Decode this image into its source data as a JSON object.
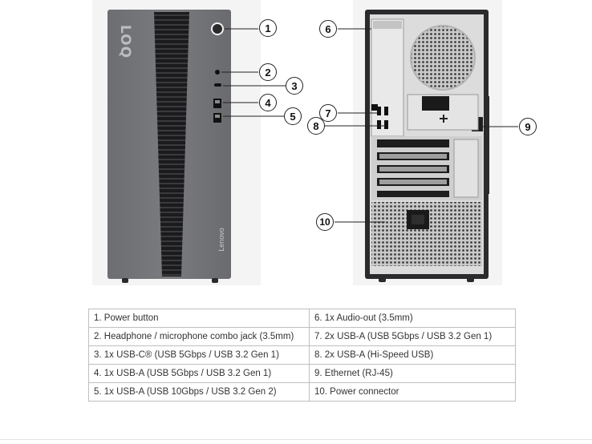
{
  "images": {
    "front_logo": "LOQ",
    "front_brand": "Lenovo"
  },
  "callouts": [
    "1",
    "2",
    "3",
    "4",
    "5",
    "6",
    "7",
    "8",
    "9",
    "10"
  ],
  "specs": {
    "left": [
      "1.   Power button",
      "2.   Headphone / microphone combo jack (3.5mm)",
      "3.   1x USB-C® (USB 5Gbps / USB 3.2 Gen 1)",
      "4.   1x USB-A (USB 5Gbps / USB 3.2 Gen 1)",
      "5.   1x USB-A (USB 10Gbps / USB 3.2 Gen 2)"
    ],
    "right": [
      "6.   1x Audio-out (3.5mm)",
      "7.   2x USB-A (USB 5Gbps / USB 3.2 Gen 1)",
      "8.   2x USB-A (Hi-Speed USB)",
      "9.   Ethernet (RJ-45)",
      "10. Power connector"
    ]
  }
}
